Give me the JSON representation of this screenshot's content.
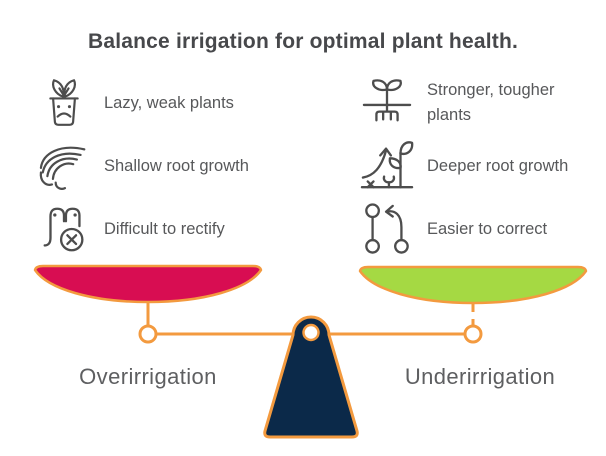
{
  "title": "Balance irrigation for optimal plant health.",
  "colors": {
    "title_text": "#47484B",
    "item_text": "#57585A",
    "icon_stroke": "#4D4D4D",
    "accent_orange": "#F39A3F",
    "overirrigation_pan": "#D80D52",
    "underirrigation_pan": "#A5D943",
    "fulcrum_navy": "#0B2949",
    "label_text": "#5E5F61",
    "background": "#FFFFFF"
  },
  "left_column": {
    "items": [
      {
        "icon": "sad-potted-plant-icon",
        "label": "Lazy, weak plants"
      },
      {
        "icon": "shallow-roots-icon",
        "label": "Shallow root growth"
      },
      {
        "icon": "tangled-cross-icon",
        "label": "Difficult to rectify"
      }
    ]
  },
  "right_column": {
    "items": [
      {
        "icon": "plant-with-roots-icon",
        "label": "Stronger, tougher plants"
      },
      {
        "icon": "growth-arrow-plant-icon",
        "label": "Deeper root growth"
      },
      {
        "icon": "revert-arrow-icon",
        "label": "Easier to correct"
      }
    ]
  },
  "scale": {
    "left_label": "Overirrigation",
    "right_label": "Underirrigation"
  }
}
